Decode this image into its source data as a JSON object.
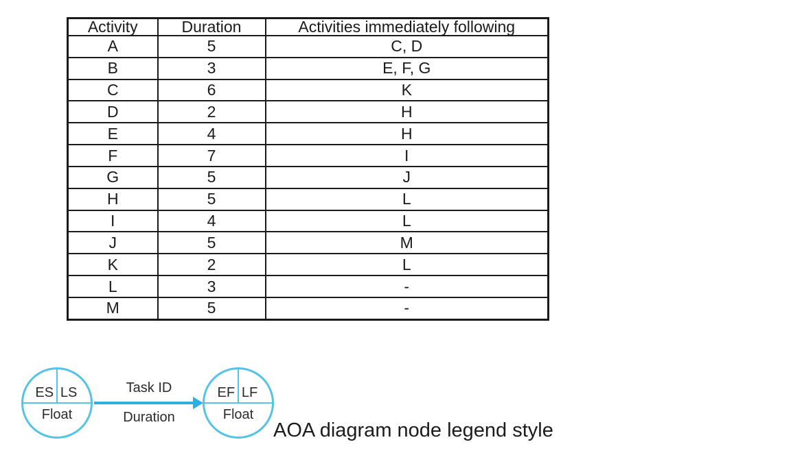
{
  "table": {
    "headers": [
      "Activity",
      "Duration",
      "Activities immediately following"
    ],
    "rows": [
      [
        "A",
        "5",
        "C, D"
      ],
      [
        "B",
        "3",
        "E, F, G"
      ],
      [
        "C",
        "6",
        "K"
      ],
      [
        "D",
        "2",
        "H"
      ],
      [
        "E",
        "4",
        "H"
      ],
      [
        "F",
        "7",
        "I"
      ],
      [
        "G",
        "5",
        "J"
      ],
      [
        "H",
        "5",
        "L"
      ],
      [
        "I",
        "4",
        "L"
      ],
      [
        "J",
        "5",
        "M"
      ],
      [
        "K",
        "2",
        "L"
      ],
      [
        "L",
        "3",
        "-"
      ],
      [
        "M",
        "5",
        "-"
      ]
    ]
  },
  "legend": {
    "start_node": {
      "top_left": "ES",
      "top_right": "LS",
      "bottom": "Float"
    },
    "end_node": {
      "top_left": "EF",
      "top_right": "LF",
      "bottom": "Float"
    },
    "edge": {
      "top_label": "Task ID",
      "bottom_label": "Duration"
    },
    "caption": "AOA diagram node legend style"
  },
  "colors": {
    "node_stroke": "#53C3E8",
    "arrow": "#2FAFE0",
    "table_border": "#1A1A1A",
    "text": "#1A1A1A"
  }
}
